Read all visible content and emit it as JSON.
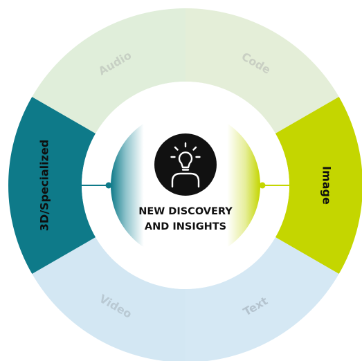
{
  "center": {
    "line1": "NEW DISCOVERY",
    "line2": "AND INSIGHTS",
    "icon": "lightbulb-person-icon"
  },
  "segments": [
    {
      "key": "code",
      "label": "Code",
      "color": "#e4eed8",
      "text_color": "#c9cfc3",
      "highlighted": false
    },
    {
      "key": "image",
      "label": "Image",
      "color": "#c4d600",
      "text_color": "#0f0f0f",
      "highlighted": true
    },
    {
      "key": "text",
      "label": "Text",
      "color": "#d5e8f4",
      "text_color": "#b4c3ce",
      "highlighted": false
    },
    {
      "key": "video",
      "label": "Video",
      "color": "#d3e7f3",
      "text_color": "#b9c9d3",
      "highlighted": false
    },
    {
      "key": "3d-specialized",
      "label": "3D/Specialized",
      "color": "#0e7a89",
      "text_color": "#0f0f0f",
      "highlighted": true
    },
    {
      "key": "audio",
      "label": "Audio",
      "color": "#e0eeda",
      "text_color": "#c7d0c4",
      "highlighted": false
    }
  ],
  "colors": {
    "center_fill": "#ffffff",
    "icon_bg": "#111111",
    "left_accent": "#0e7a89",
    "right_accent": "#c4d600"
  }
}
